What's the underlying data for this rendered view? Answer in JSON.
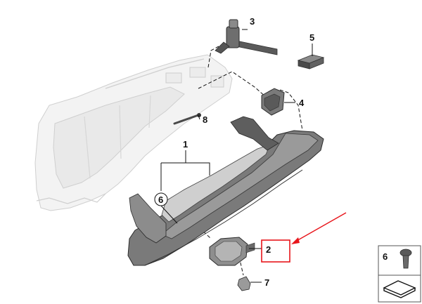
{
  "diagram": {
    "callouts": {
      "1": "1",
      "2": "2",
      "3": "3",
      "4": "4",
      "5": "5",
      "6": "6",
      "7": "7",
      "8": "8"
    },
    "inline_callout": "6",
    "legend": {
      "item_label": "6"
    },
    "colors": {
      "housing_fill": "#f2f2f2",
      "housing_stroke": "#c8c8c8",
      "part_dark": "#3c3c3c",
      "part_mid": "#6e6e6e",
      "part_light": "#a8a8a8",
      "line": "#111111",
      "highlight": "#e8151b"
    }
  }
}
